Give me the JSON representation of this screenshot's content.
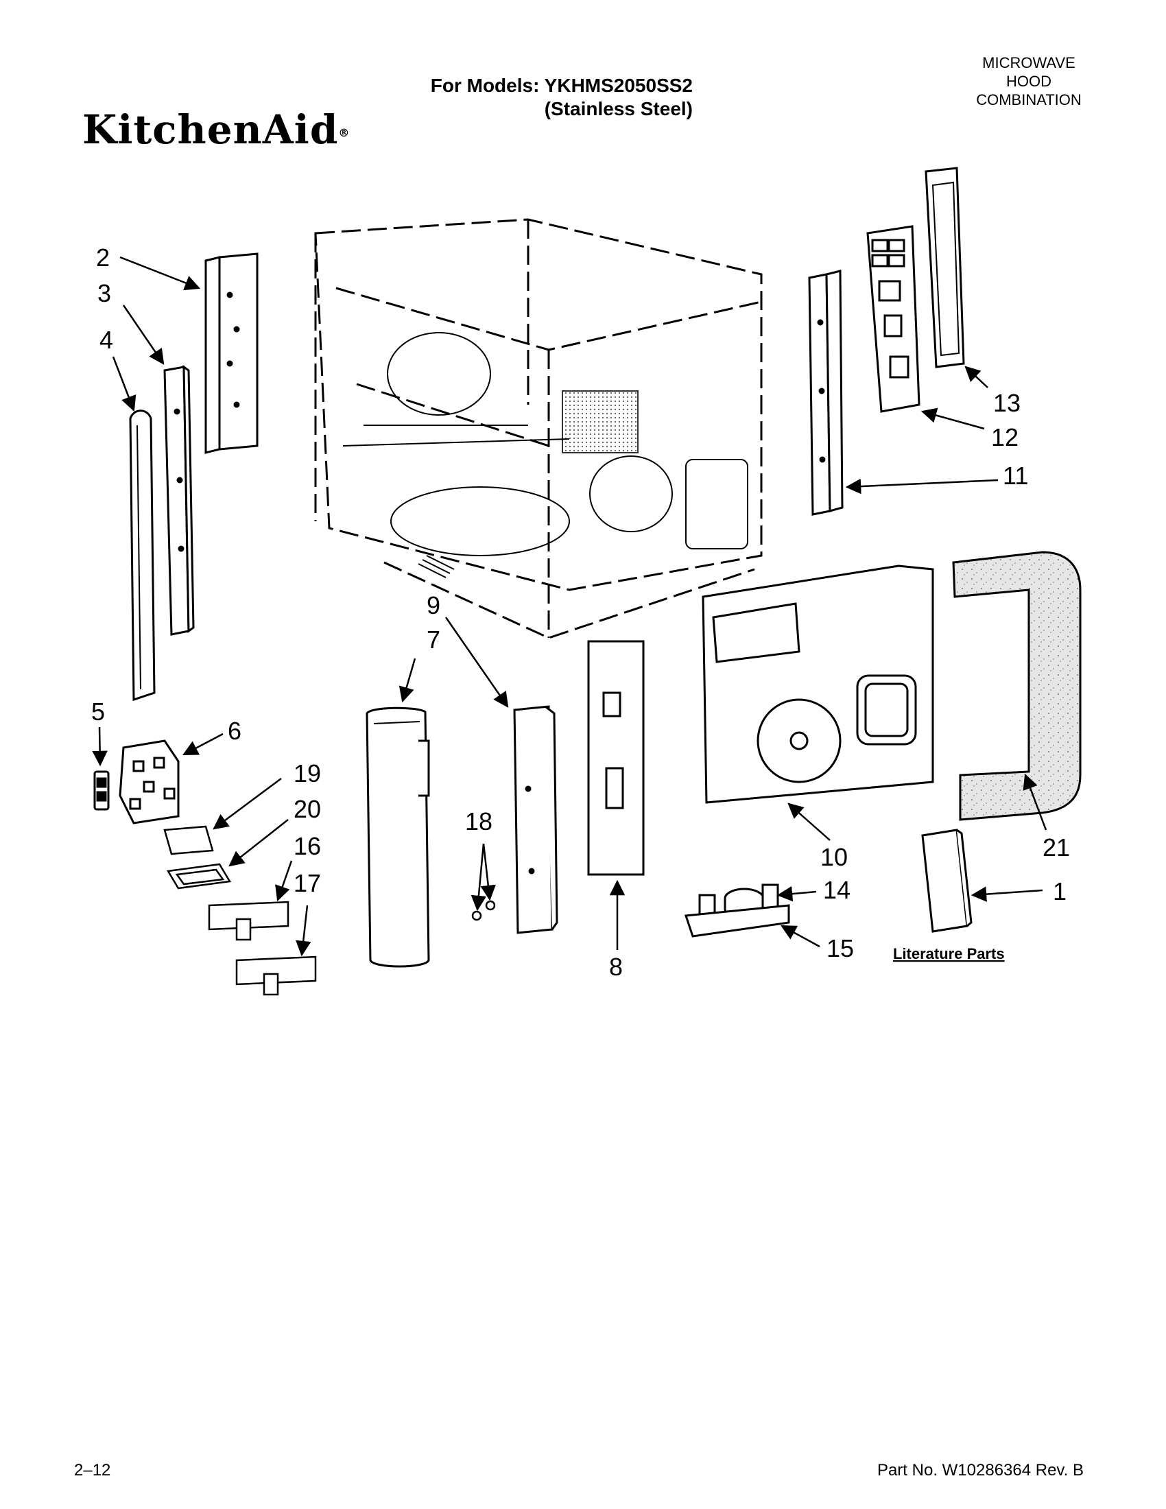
{
  "header": {
    "brand": "KitchenAid",
    "brand_mark": "®",
    "models_line1": "For Models: YKHMS2050SS2",
    "models_line2": "(Stainless Steel)",
    "product_line1": "MICROWAVE",
    "product_line2": "HOOD",
    "product_line3": "COMBINATION"
  },
  "callouts": [
    "1",
    "2",
    "3",
    "4",
    "5",
    "6",
    "7",
    "8",
    "9",
    "10",
    "11",
    "12",
    "13",
    "14",
    "15",
    "16",
    "17",
    "18",
    "19",
    "20",
    "21"
  ],
  "literature_label": "Literature Parts",
  "footer": {
    "page": "2–12",
    "part_number": "Part No. W10286364 Rev. B"
  }
}
